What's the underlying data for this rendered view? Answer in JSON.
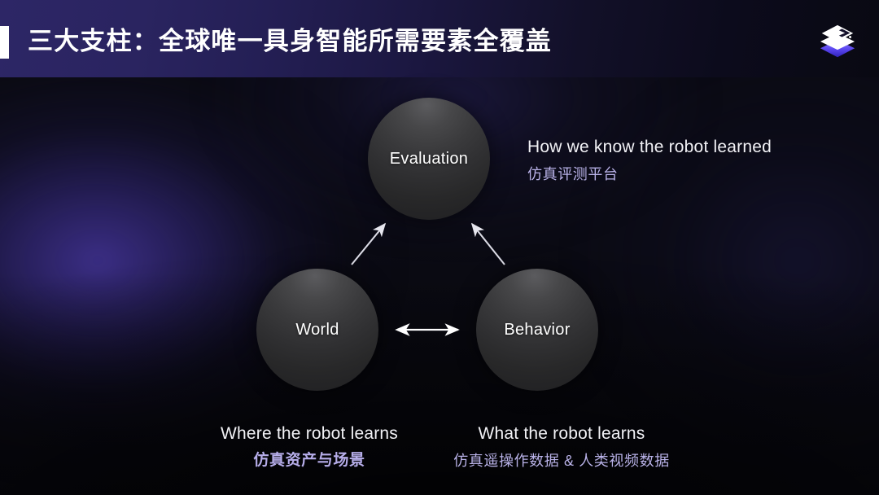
{
  "header": {
    "title": "三大支柱：全球唯一具身智能所需要素全覆盖",
    "accent_color": "#ffffff",
    "bar_gradient_from": "#2d2666",
    "bar_gradient_to": "#090912",
    "logo_name": "stacked-layers-logo",
    "logo_colors": [
      "#ffffff",
      "#6c5cf5",
      "#3f2fd1"
    ]
  },
  "diagram": {
    "nodes": [
      {
        "id": "evaluation",
        "label": "Evaluation"
      },
      {
        "id": "world",
        "label": "World"
      },
      {
        "id": "behavior",
        "label": "Behavior"
      }
    ],
    "connections": [
      {
        "id": "world-to-evaluation",
        "type": "arrow-up-right"
      },
      {
        "id": "behavior-to-evaluation",
        "type": "arrow-up-left"
      },
      {
        "id": "world-behavior",
        "type": "double-arrow-horizontal"
      }
    ],
    "notes": [
      {
        "id": "evaluation",
        "en": "How we know the robot learned",
        "cn": "仿真评测平台"
      },
      {
        "id": "world",
        "en": "Where the robot learns",
        "cn": "仿真资产与场景"
      },
      {
        "id": "behavior",
        "en": "What the robot learns",
        "cn": "仿真遥操作数据 & 人类视频数据"
      }
    ]
  },
  "colors": {
    "background": "#0b0b14",
    "glow_purple": "#3e308c",
    "text_primary": "#f2f2f6",
    "text_accent_cn": "#b9b2e8",
    "node_fill_top": "#5b5b5e",
    "node_fill_bottom": "#1d1d1f",
    "arrow": "#e8e8f0"
  }
}
